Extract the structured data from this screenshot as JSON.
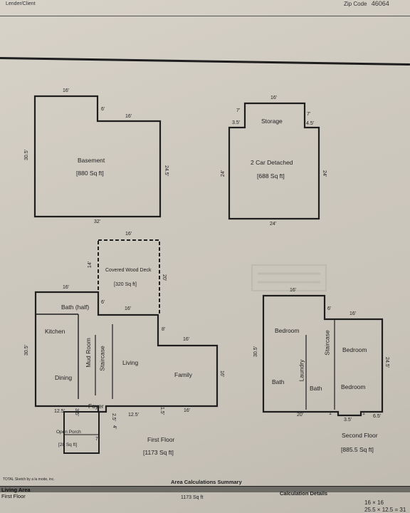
{
  "header": {
    "lender_label": "Lender/Client",
    "zip_label": "Zip Code",
    "zip_value": "46064"
  },
  "basement": {
    "name": "Basement",
    "area": "[880 Sq ft]",
    "dims": {
      "top_left": "16'",
      "step_v": "6'",
      "step_h": "16'",
      "left": "30.5'",
      "right": "24.5'",
      "bottom": "32'"
    }
  },
  "garage": {
    "storage": "Storage",
    "name": "2 Car Detached",
    "area": "[688 Sq ft]",
    "dims": {
      "top": "16'",
      "left_v": "7'",
      "left_h": "3.5'",
      "right_v": "7'",
      "right_h": "4.5'",
      "left": "24'",
      "right": "24'",
      "bottom": "24'"
    }
  },
  "first_floor": {
    "title": "First Floor",
    "area": "[1173 Sq ft]",
    "deck_name": "Covered Wood Deck",
    "deck_area": "[320 Sq ft]",
    "porch_name": "Open Porch",
    "porch_area": "[28 Sq ft]",
    "rooms": {
      "bath": "Bath (half)",
      "kitchen": "Kitchen",
      "mud_room": "Mud Room",
      "staircase": "Staircase",
      "living": "Living",
      "family": "Family",
      "dining": "Dining",
      "foyer": "Foyer"
    },
    "dims": {
      "deck_top": "16'",
      "deck_left": "14'",
      "deck_right": "20'",
      "deck_inner": "6'",
      "deck_bottom": "16'",
      "top_left": "16'",
      "left": "30.5'",
      "step_v": "8'",
      "right_top": "16'",
      "right": "16'",
      "b_left": "12.5'",
      "b_step1": "3.5'",
      "b_mid": "12.5'",
      "b_step2": "1.5'",
      "b_right": "16'",
      "porch_v1": "2.5'",
      "porch_v2": "4'",
      "porch_b": "7'"
    }
  },
  "second_floor": {
    "title": "Second Floor",
    "area": "[885.5 Sq ft]",
    "rooms": {
      "bedroom1": "Bedroom",
      "staircase": "Staircase",
      "bedroom2": "Bedroom",
      "laundry": "Laundry",
      "bath1": "Bath",
      "bath2": "Bath",
      "bedroom3": "Bedroom"
    },
    "dims": {
      "top": "16'",
      "step_v": "6'",
      "step_h": "16'",
      "left": "30.5'",
      "right": "24.5'",
      "b_left": "20'",
      "b_1": "1'",
      "b_mid": "3.5'",
      "b_2": "1'",
      "b_right": "6.5'"
    }
  },
  "footer": {
    "credit": "TOTAL Sketch by a la mode, inc.",
    "summary_title": "Area Calculations Summary",
    "living_area_label": "Living Area",
    "first_floor_label": "First Floor",
    "first_floor_area": "1173 Sq ft",
    "calc_details_label": "Calculation Details",
    "detail_1": "16 × 16",
    "detail_2": "25.5 × 12.5 = 31"
  }
}
